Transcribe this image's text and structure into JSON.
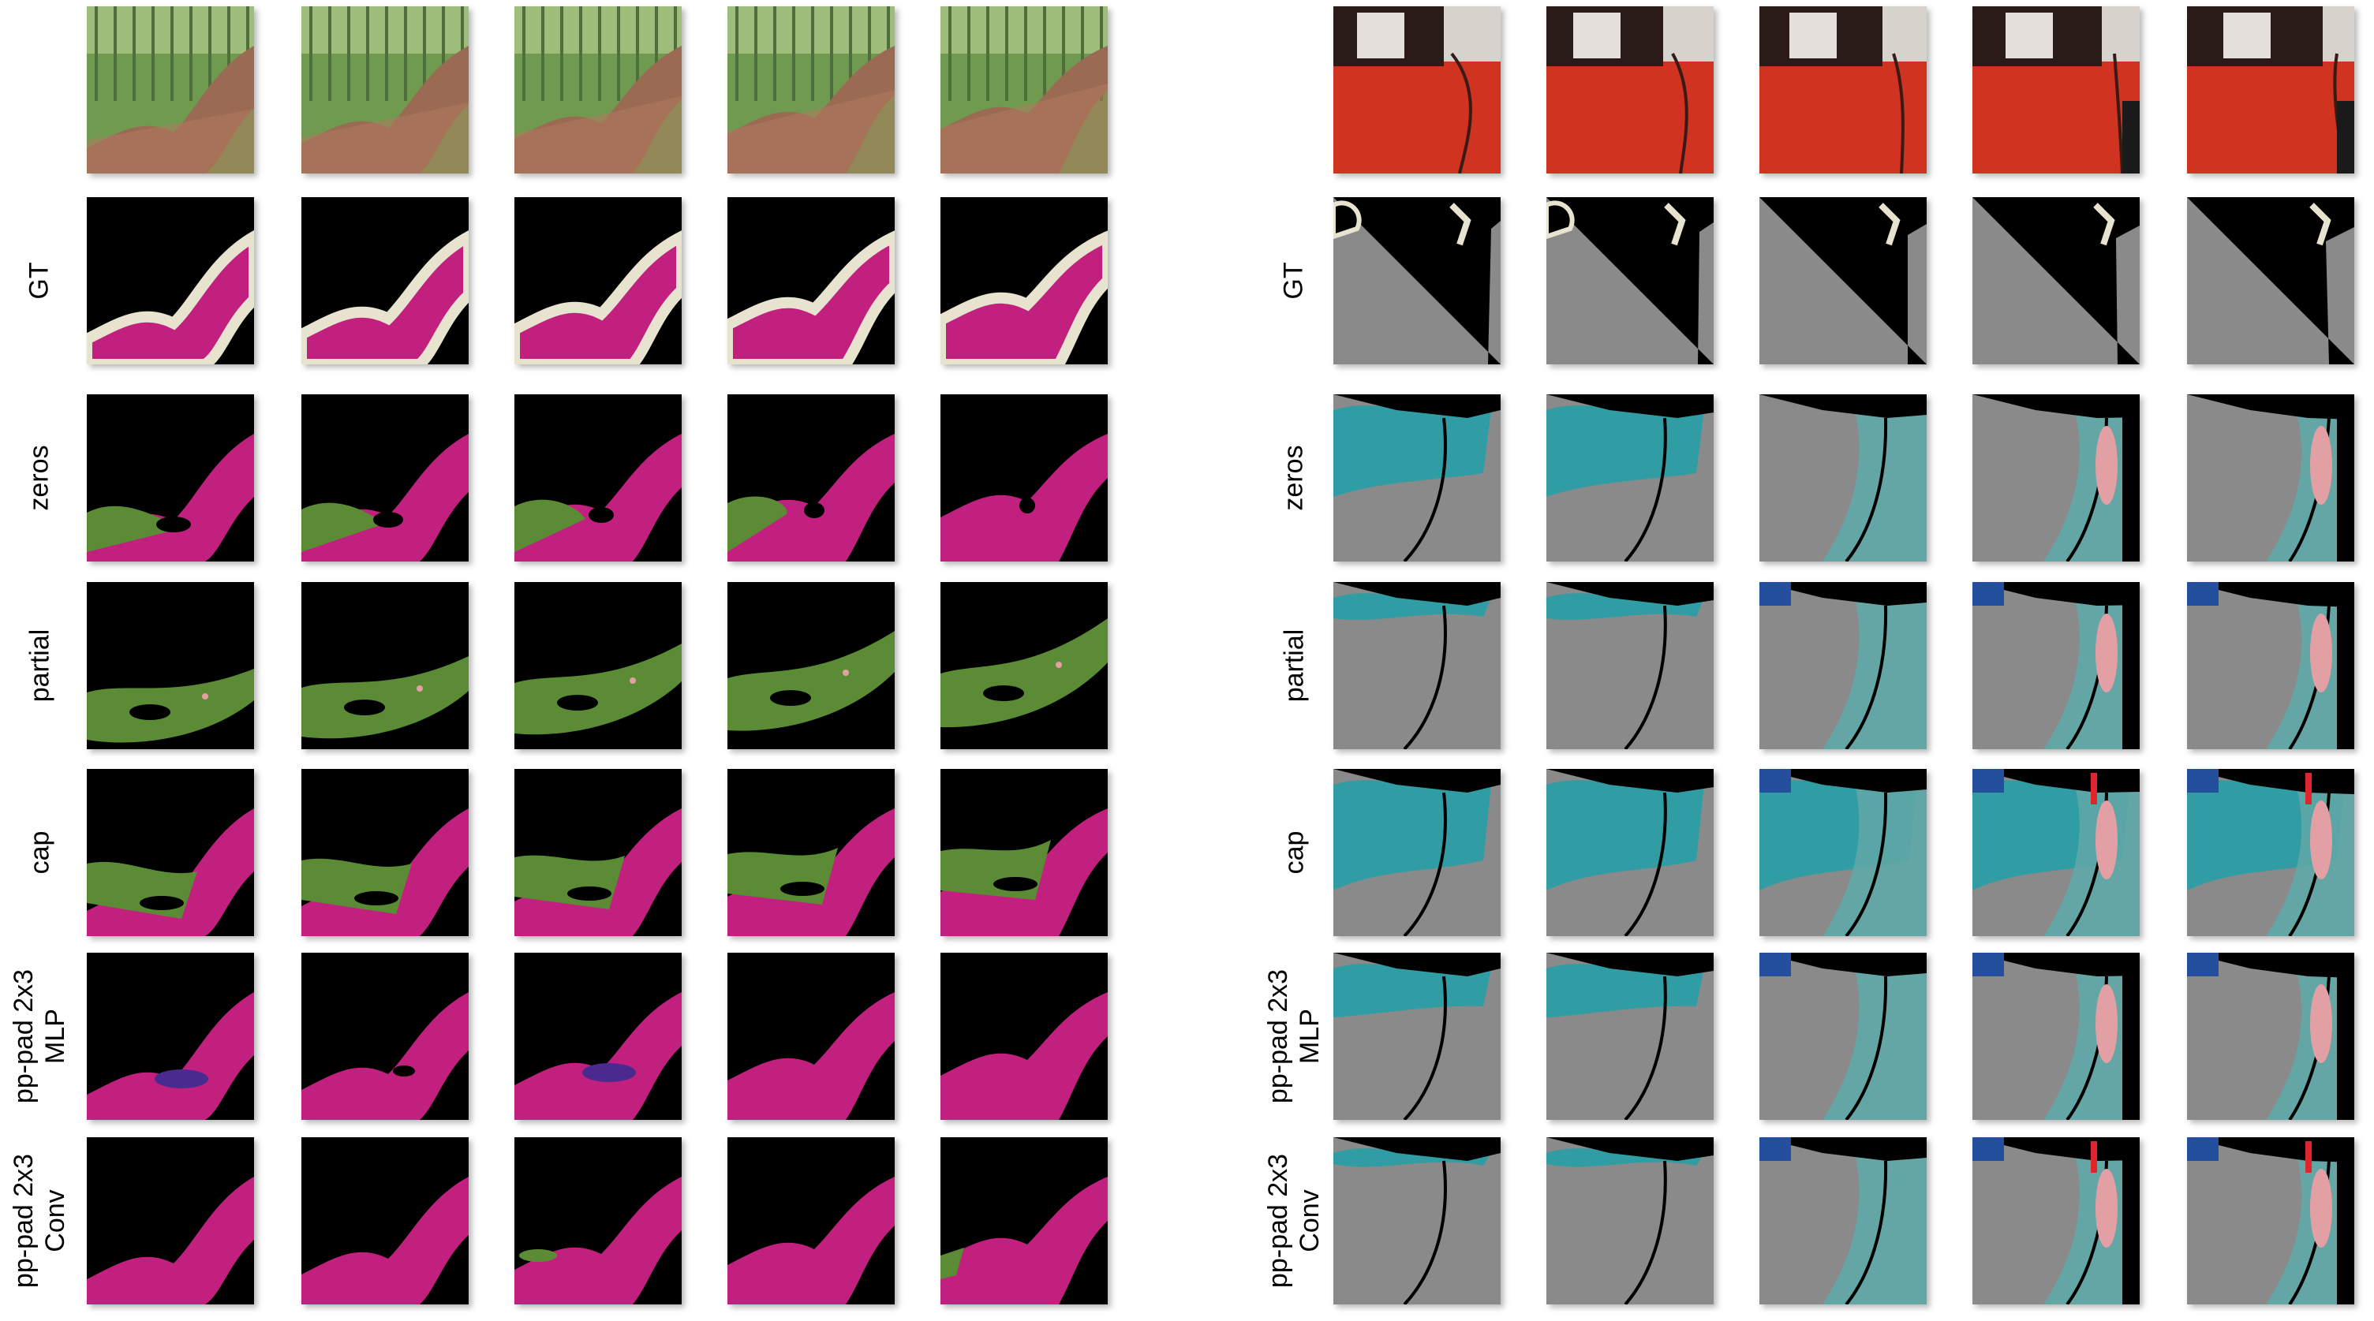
{
  "figure": {
    "row_labels": [
      "",
      "GT",
      "zeros",
      "partial",
      "cap",
      "pp-pad 2x3\nMLP",
      "pp-pad 2x3\nConv"
    ],
    "panels": [
      {
        "id": "horse",
        "subject": "horse",
        "columns": 5
      },
      {
        "id": "car",
        "subject": "red car door",
        "columns": 5
      }
    ],
    "colors": {
      "background": "#000000",
      "horse_class": "#c2207f",
      "horse_false": "#5b8c35",
      "purple_false": "#4b2a8f",
      "boundary": "#e8e3cf",
      "car_class": "#8a8a8a",
      "teal_false": "#2a9ea4",
      "light_teal": "#5fa7a7",
      "pink_false": "#e2a0a4",
      "blue_false": "#234f9c",
      "red_false": "#e0262b"
    }
  }
}
